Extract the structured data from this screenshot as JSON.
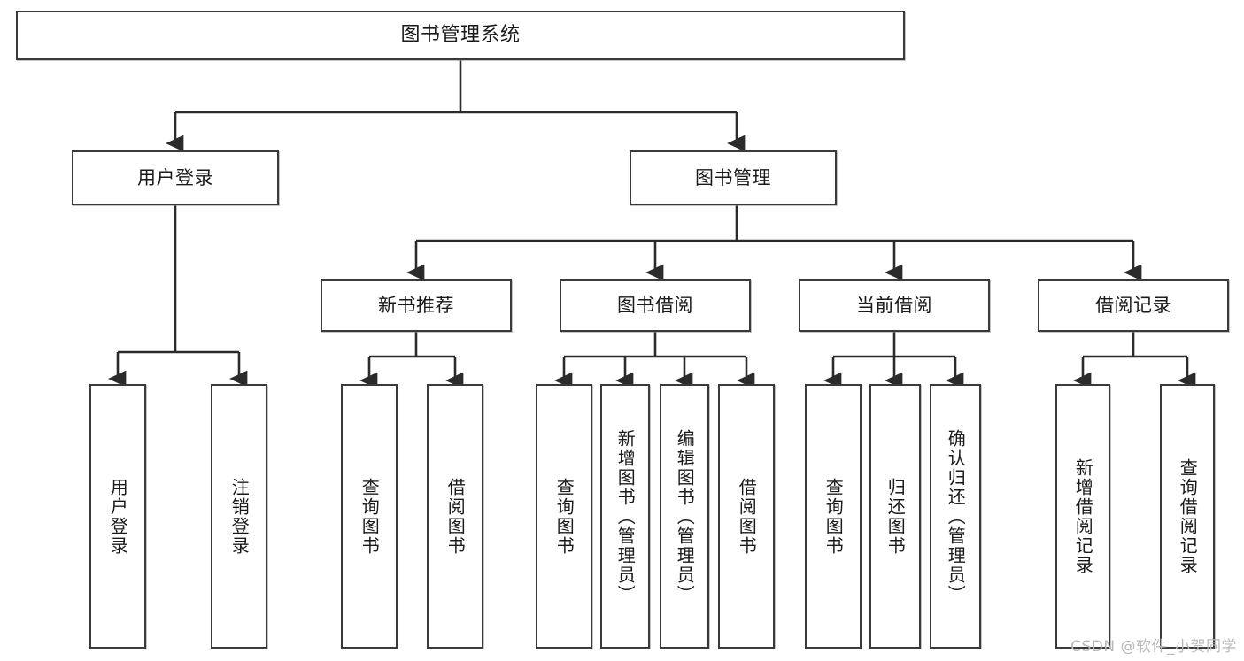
{
  "diagram": {
    "title": "图书管理系统",
    "type": "tree",
    "watermark": "CSDN @软件_小贺同学",
    "colors": {
      "node_border": "#3a3a3a",
      "node_fill": "#ffffff",
      "edge": "#2b2b2b",
      "text": "#1a1a1a",
      "watermark": "#b9b9b9"
    },
    "nodes": {
      "root": {
        "label": "图书管理系统"
      },
      "level2": [
        {
          "id": "user_login",
          "label": "用户登录"
        },
        {
          "id": "book_manage",
          "label": "图书管理"
        }
      ],
      "level3": [
        {
          "id": "new_book_rec",
          "label": "新书推荐"
        },
        {
          "id": "book_borrow",
          "label": "图书借阅"
        },
        {
          "id": "current_borrow",
          "label": "当前借阅"
        },
        {
          "id": "borrow_record",
          "label": "借阅记录"
        }
      ],
      "leaves": {
        "user_login": [
          {
            "id": "leaf_user_login",
            "label": "用户登录"
          },
          {
            "id": "leaf_user_logout",
            "label": "注销登录"
          }
        ],
        "new_book_rec": [
          {
            "id": "leaf_query_book_1",
            "label": "查询图书"
          },
          {
            "id": "leaf_borrow_book_1",
            "label": "借阅图书"
          }
        ],
        "book_borrow": [
          {
            "id": "leaf_query_book_2",
            "label": "查询图书"
          },
          {
            "id": "leaf_add_book",
            "label": "新增图书（管理员）"
          },
          {
            "id": "leaf_edit_book",
            "label": "编辑图书（管理员）"
          },
          {
            "id": "leaf_borrow_book_2",
            "label": "借阅图书"
          }
        ],
        "current_borrow": [
          {
            "id": "leaf_query_book_3",
            "label": "查询图书"
          },
          {
            "id": "leaf_return_book",
            "label": "归还图书"
          },
          {
            "id": "leaf_confirm_return",
            "label": "确认归还（管理员）"
          }
        ],
        "borrow_record": [
          {
            "id": "leaf_add_record",
            "label": "新增借阅记录"
          },
          {
            "id": "leaf_query_record",
            "label": "查询借阅记录"
          }
        ]
      }
    }
  }
}
